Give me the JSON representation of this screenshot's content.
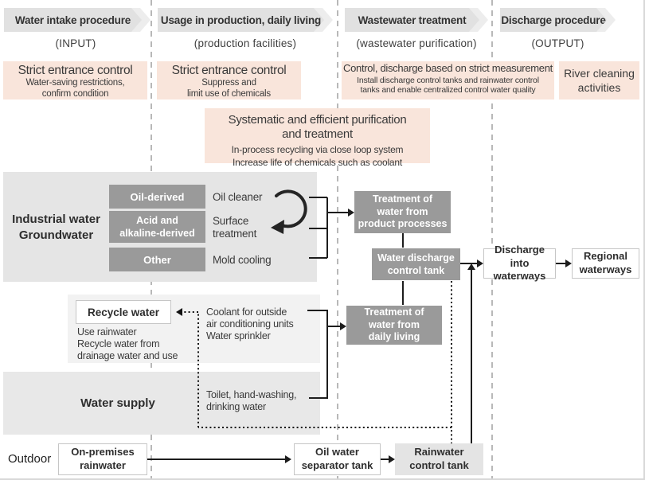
{
  "colors": {
    "pink": "#f9e5db",
    "ribbon": "#e1e1e1",
    "ribbon_tip": "#ededed",
    "dark_box": "#9a9a9a",
    "industrial_panel": "#e5e5e5",
    "recycle_panel": "#f2f2f2",
    "supply_panel": "#e8e8e8",
    "line": "#1d1d1d",
    "separator": "#b8b8b8"
  },
  "header": {
    "columns": [
      {
        "title": "Water intake procedure",
        "subtitle": "(INPUT)"
      },
      {
        "title": "Usage in production, daily living",
        "subtitle": "(production facilities)"
      },
      {
        "title": "Wastewater treatment",
        "subtitle": "(wastewater purification)"
      },
      {
        "title": "Discharge procedure",
        "subtitle": "(OUTPUT)"
      }
    ]
  },
  "policies": [
    {
      "title": "Strict entrance control",
      "body": "Water-saving restrictions,\nconfirm condition"
    },
    {
      "title": "Strict entrance control",
      "body": "Suppress and\nlimit use of chemicals"
    },
    {
      "title": "Control, discharge based on strict measurement",
      "body": "Install discharge control tanks and rainwater control\ntanks and enable centralized control water quality"
    },
    {
      "title": "River cleaning\nactivities"
    }
  ],
  "purification": {
    "title": "Systematic and efficient purification\nand treatment",
    "body": "In-process recycling via close loop system\nIncrease life of chemicals such as coolant"
  },
  "industrial": {
    "label": "Industrial water\nGroundwater",
    "categories": [
      "Oil-derived",
      "Acid and\nalkaline-derived",
      "Other"
    ],
    "processes": [
      "Oil cleaner",
      "Surface\ntreatment",
      "Mold cooling"
    ]
  },
  "recycle": {
    "box_label": "Recycle water",
    "note": "Use rainwater\nRecycle water from\ndrainage water and use",
    "coolant": "Coolant for outside\nair conditioning units\nWater sprinkler"
  },
  "water_supply": {
    "label": "Water supply",
    "toilet": "Toilet, hand-washing,\ndrinking water"
  },
  "flow": {
    "treatment_product": "Treatment of\nwater from\nproduct processes",
    "discharge_tank": "Water discharge\ncontrol tank",
    "treatment_daily": "Treatment of\nwater from\ndaily living",
    "discharge_waterways": "Discharge into\nwaterways",
    "regional_waterways": "Regional\nwaterways"
  },
  "outdoor": {
    "label": "Outdoor",
    "on_premises": "On-premises\nrainwater",
    "oil_separator": "Oil water\nseparator tank",
    "rainwater_tank": "Rainwater\ncontrol tank"
  }
}
